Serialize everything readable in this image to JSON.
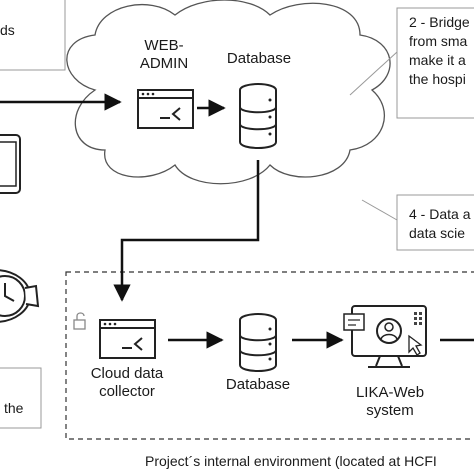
{
  "callouts": {
    "top_left": "ds",
    "step2": [
      "2 - Bridge",
      "from sma",
      "make it a",
      "the hospi"
    ],
    "step4": [
      "4 - Data a",
      "data scie"
    ],
    "bottom_left": "the"
  },
  "cloud": {
    "webadmin_label": [
      "WEB-",
      "ADMIN"
    ],
    "database_label": "Database"
  },
  "internal": {
    "collector_label": [
      "Cloud data",
      "collector"
    ],
    "database_label": "Database",
    "system_label": [
      "LIKA-Web",
      "system"
    ],
    "environment_caption": "Project´s internal environment (located at HCFI"
  },
  "icon_names": [
    "terminal-window-icon",
    "database-icon",
    "monitor-user-icon",
    "unlock-icon",
    "tablet-icon",
    "smartwatch-icon",
    "cursor-icon"
  ]
}
